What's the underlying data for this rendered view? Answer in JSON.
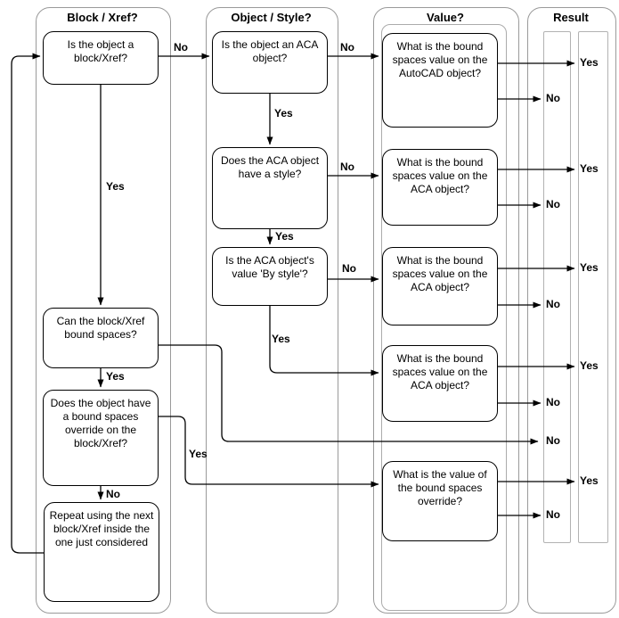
{
  "lanes": [
    {
      "title": "Block / Xref?"
    },
    {
      "title": "Object / Style?"
    },
    {
      "title": "Value?"
    },
    {
      "title": "Result"
    }
  ],
  "boxes": {
    "b1": "Is the object a block/Xref?",
    "b2": "Can the block/Xref bound spaces?",
    "b3": "Does the object have a bound spaces override on the block/Xref?",
    "b4": "Repeat using the next block/Xref inside the one just considered",
    "b5": "Is the object an ACA object?",
    "b6": "Does the ACA object have a style?",
    "b7": "Is the ACA object's value 'By style'?",
    "c1": "What is the bound spaces value on the AutoCAD object?",
    "c2": "What is the bound spaces value on the ACA object?",
    "c3": "What is the bound spaces value on the ACA object?",
    "c4": "What is the bound spaces value on the ACA object?",
    "c5": "What is the value of the bound spaces override?"
  },
  "edge_labels": {
    "b1_no": "No",
    "b1_yes": "Yes",
    "b5_no": "No",
    "b5_yes": "Yes",
    "b6_no": "No",
    "b6_yes": "Yes",
    "b7_no": "No",
    "b7_yes": "Yes",
    "b2_yes": "Yes",
    "b3_yes": "Yes",
    "b3_no": "No"
  },
  "results": [
    {
      "label": "Yes"
    },
    {
      "label": "No"
    },
    {
      "label": "Yes"
    },
    {
      "label": "No"
    },
    {
      "label": "Yes"
    },
    {
      "label": "No"
    },
    {
      "label": "Yes"
    },
    {
      "label": "No"
    },
    {
      "label": "No"
    },
    {
      "label": "Yes"
    },
    {
      "label": "No"
    }
  ],
  "colors": {
    "lane_border": "#9a9a9a",
    "result_column_border": "#b2b2b2",
    "line": "#000000",
    "background": "#ffffff"
  }
}
